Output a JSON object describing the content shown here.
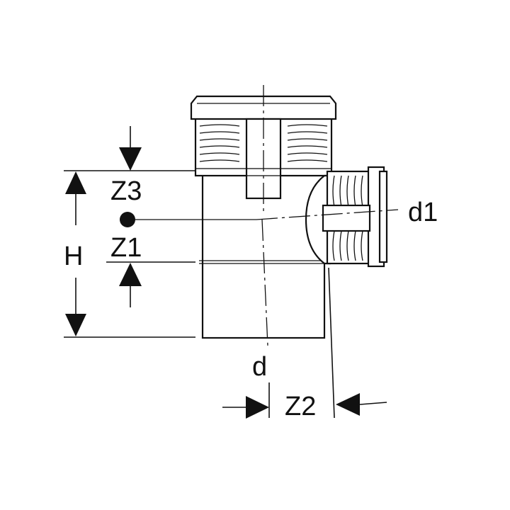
{
  "labels": {
    "z3": "Z3",
    "z1": "Z1",
    "h": "H",
    "d1": "d1",
    "d": "d",
    "z2": "Z2"
  },
  "colors": {
    "line": "#111111",
    "background": "#ffffff"
  }
}
